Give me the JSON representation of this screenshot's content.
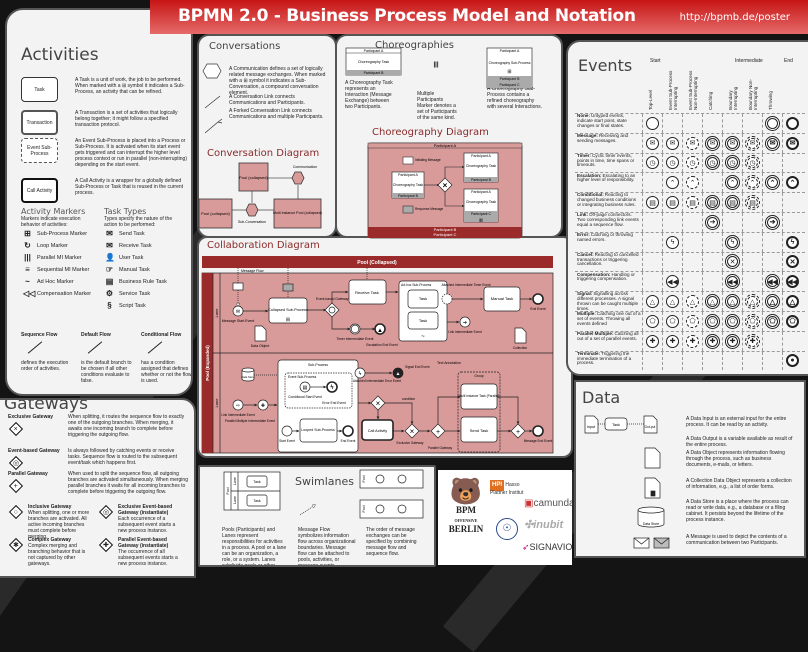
{
  "header": {
    "title": "BPMN 2.0 - Business Process Model and Notation",
    "url": "http://bpmb.de/poster",
    "color": "#c71515"
  },
  "activities": {
    "title": "Activities",
    "items": [
      {
        "shape": "Task",
        "text_bold": "Task",
        "text": "A Task is a unit of work, the job to be performed. When marked with a ⊞ symbol it indicates a Sub-Process, an activity that can be refined."
      },
      {
        "shape": "Transaction",
        "text": "A Transaction is a set of activities that logically belong together; it might follow a specified transaction protocol."
      },
      {
        "shape": "Event Sub-Process",
        "text": "An Event Sub-Process is placed into a Process or Sub-Process. It is activated when its start event gets triggered and can interrupt the higher level process context or run in parallel (non-interrupting) depending on the start event."
      },
      {
        "shape": "Call Activity",
        "text": "A Call Activity is a wrapper for a globally defined Sub-Process or Task that is reused in the current process."
      }
    ],
    "markers_title": "Activity Markers",
    "markers_desc": "Markers indicate execution behavior of activities:",
    "markers": [
      {
        "icon": "sub-process-marker-icon",
        "glyph": "⊞",
        "label": "Sub-Process Marker"
      },
      {
        "icon": "loop-marker-icon",
        "glyph": "↻",
        "label": "Loop Marker"
      },
      {
        "icon": "parallel-mi-marker-icon",
        "glyph": "|||",
        "label": "Parallel MI Marker"
      },
      {
        "icon": "sequential-mi-marker-icon",
        "glyph": "≡",
        "label": "Sequential MI Marker"
      },
      {
        "icon": "ad-hoc-marker-icon",
        "glyph": "~",
        "label": "Ad Hoc Marker"
      },
      {
        "icon": "compensation-marker-icon",
        "glyph": "◁◁",
        "label": "Compensation Marker"
      }
    ],
    "tasktypes_title": "Task Types",
    "tasktypes_desc": "Types specify the nature of the action to be performed:",
    "tasktypes": [
      {
        "icon": "send-task-icon",
        "glyph": "✉",
        "label": "Send Task"
      },
      {
        "icon": "receive-task-icon",
        "glyph": "✉",
        "label": "Receive Task"
      },
      {
        "icon": "user-task-icon",
        "glyph": "👤",
        "label": "User Task"
      },
      {
        "icon": "manual-task-icon",
        "glyph": "☞",
        "label": "Manual Task"
      },
      {
        "icon": "business-rule-task-icon",
        "glyph": "▤",
        "label": "Business Rule Task"
      },
      {
        "icon": "service-task-icon",
        "glyph": "⚙",
        "label": "Service Task"
      },
      {
        "icon": "script-task-icon",
        "glyph": "§",
        "label": "Script Task"
      }
    ],
    "flows": [
      {
        "title": "Sequence Flow",
        "text": "defines the execution order of activities."
      },
      {
        "title": "Default Flow",
        "text": "is the default branch to be chosen if all other conditions evaluate to false."
      },
      {
        "title": "Conditional Flow",
        "text": "has a condition assigned that defines whether or not the flow is used."
      }
    ]
  },
  "gateways": {
    "title": "Gateways",
    "items": [
      {
        "title": "Exclusive Gateway",
        "text": "When splitting, it routes the sequence flow to exactly one of the outgoing branches. When merging, it awaits one incoming branch to complete before triggering the outgoing flow."
      },
      {
        "title": "Event-based Gateway",
        "text": "Is always followed by catching events or receive tasks. Sequence flow is routed to the subsequent event/task which happens first."
      },
      {
        "title": "Parallel Gateway",
        "text": "When used to split the sequence flow, all outgoing branches are activated simultaneously. When merging parallel branches it waits for all incoming branches to complete before triggering the outgoing flow."
      },
      {
        "title": "Inclusive Gateway",
        "text": "When splitting, one or more branches are activated. All active incoming branches must complete before merging."
      },
      {
        "title": "Exclusive Event-based Gateway (instantiate)",
        "text": "Each occurrence of a subsequent event starts a new process instance."
      },
      {
        "title": "Complex Gateway",
        "text": "Complex merging and branching behavior that is not captured by other gateways."
      },
      {
        "title": "Parallel Event-based Gateway (instantiate)",
        "text": "The occurrence of all subsequent events starts a new process instance."
      }
    ]
  },
  "conversations": {
    "title": "Conversations",
    "items": [
      {
        "text": "A Communication defines a set of logically related message exchanges. When marked with a ⊞ symbol it indicates a Sub-Conversation, a compound conversation element."
      },
      {
        "text": "A Conversation Link connects Communications and Participants."
      },
      {
        "text": "A Forked Conversation Link connects Communications and multiple Participants."
      }
    ],
    "diagram_title": "Conversation Diagram",
    "pool1": "Pool (collapsed)",
    "pool2": "Pool (collapsed)",
    "pool3": "Multi Instance Pool (collapsed)",
    "communication": "Communication",
    "subconversation": "Sub-Conversation"
  },
  "choreographies": {
    "title": "Choreographies",
    "participant_a": "Participant A",
    "participant_b": "Participant B",
    "participant_c": "Participant C",
    "task": "Choreography Task",
    "subprocess": "Choreography Sub-Process",
    "items": [
      {
        "text": "A Choreography Task represents an Interaction (Message Exchange) between two Participants."
      },
      {
        "text": "Multiple Participants Marker denotes a set of Participants of the same kind."
      },
      {
        "text": "A Choreography Sub-Process contains a refined choreography with several Interactions."
      }
    ],
    "diagram_title": "Choreography Diagram",
    "initiating": "Initiating Message",
    "response": "Response Message"
  },
  "collaboration": {
    "title": "Collaboration Diagram",
    "pool_collapsed": "Pool (Collapsed)",
    "pool_expanded": "Pool (Expanded)",
    "lane": "Lane",
    "message_flow": "Message Flow",
    "labels": {
      "msg_start": "Message Start Event",
      "collapsed_sp": "Collapsed Sub-Process",
      "data_object": "Data Object",
      "event_gw": "Event-based Gateway",
      "receive": "Receive Task",
      "timer": "Timer Intermediate Event",
      "escalation": "Escalation End Event",
      "adhoc": "Ad-hoc Sub-Process",
      "task": "Task",
      "attached_timer": "Attached Intermediate Timer Event",
      "link": "Link Intermediate Event",
      "manual": "Manual Task",
      "end": "End Event",
      "collection": "Collection",
      "data_store": "Data Store",
      "subprocess": "Sub-Process",
      "event_sp": "Event Sub-Process",
      "cond_start": "Conditional Start Event",
      "error_end": "Error End Event",
      "attached_error": "Attached Intermediate Error Event",
      "signal_end": "Signal End Event",
      "link2": "Link Intermediate Event",
      "par_multi": "Parallel Multiple Intermediate Event",
      "start": "Start Event",
      "looped": "Looped Sub-Process",
      "end2": "End Event",
      "call": "Call Activity",
      "condition": "condition",
      "excl_gw": "Exclusive Gateway",
      "par_gw": "Parallel Gateway",
      "annotation": "Text Annotation",
      "group": "Group",
      "multi_task": "Multi Instance Task (Parallel)",
      "send": "Send Task",
      "msg_end": "Message End Event"
    }
  },
  "swimlanes": {
    "title": "Swimlanes",
    "pool": "Pool",
    "lane": "Lane",
    "task": "Task",
    "items": [
      {
        "text": "Pools (Participants) and Lanes represent responsibilities for activities in a process. A pool or a lane can be an organization, a role, or a system. Lanes subdivide pools or other lanes hierarchically."
      },
      {
        "text": "Message Flow symbolizes information flow across organizational boundaries. Message flow can be attached to pools, activities, or message events."
      },
      {
        "text": "The order of message exchanges can be specified by combining message flow and sequence flow."
      }
    ]
  },
  "logos": [
    "BPM Offensive Berlin",
    "Hasso Plattner Institut",
    "camunda",
    "inubit",
    "SIGNAVIO"
  ],
  "events": {
    "title": "Events",
    "groups": [
      "Start",
      "Intermediate",
      "End"
    ],
    "columns": [
      "Top-Level",
      "Event Sub-Process Interrupting",
      "Event Sub-Process Non-Interrupting",
      "Catching",
      "Boundary Interrupting",
      "Boundary Non-Interrupting",
      "Throwing",
      " "
    ],
    "rows": [
      {
        "name": "None:",
        "text": "Untyped events, indicate start point, state changes or final states.",
        "glyph": "",
        "cells": [
          1,
          0,
          0,
          0,
          0,
          0,
          1,
          1
        ]
      },
      {
        "name": "Message:",
        "text": "Receiving and sending messages.",
        "glyph": "✉",
        "cells": [
          1,
          1,
          1,
          1,
          1,
          1,
          1,
          1
        ]
      },
      {
        "name": "Timer:",
        "text": "Cyclic timer events, points in time, time spans or timeouts.",
        "glyph": "◷",
        "cells": [
          1,
          1,
          1,
          1,
          1,
          1,
          0,
          0
        ]
      },
      {
        "name": "Escalation:",
        "text": "Escalating to an higher level of responsibility.",
        "glyph": "⌃",
        "cells": [
          0,
          1,
          1,
          0,
          1,
          1,
          1,
          1
        ]
      },
      {
        "name": "Conditional:",
        "text": "Reacting to changed business conditions or integrating business rules.",
        "glyph": "▤",
        "cells": [
          1,
          1,
          1,
          1,
          1,
          1,
          0,
          0
        ]
      },
      {
        "name": "Link:",
        "text": "Off-page connectors. Two corresponding link events equal a sequence flow.",
        "glyph": "➔",
        "cells": [
          0,
          0,
          0,
          1,
          0,
          0,
          1,
          0
        ]
      },
      {
        "name": "Error:",
        "text": "Catching or throwing named errors.",
        "glyph": "ϟ",
        "cells": [
          0,
          1,
          0,
          0,
          1,
          0,
          0,
          1
        ]
      },
      {
        "name": "Cancel:",
        "text": "Reacting to cancelled transactions or triggering cancellation.",
        "glyph": "✕",
        "cells": [
          0,
          0,
          0,
          0,
          1,
          0,
          0,
          1
        ]
      },
      {
        "name": "Compensation:",
        "text": "Handling or triggering compensation.",
        "glyph": "◀◀",
        "cells": [
          0,
          1,
          0,
          0,
          1,
          0,
          1,
          1
        ]
      },
      {
        "name": "Signal:",
        "text": "Signalling across different processes. A signal thrown can be caught multiple times.",
        "glyph": "△",
        "cells": [
          1,
          1,
          1,
          1,
          1,
          1,
          1,
          1
        ]
      },
      {
        "name": "Multiple:",
        "text": "Catching one out of a set of events. Throwing all events defined",
        "glyph": "⬠",
        "cells": [
          1,
          1,
          1,
          1,
          1,
          1,
          1,
          1
        ]
      },
      {
        "name": "Parallel Multiple:",
        "text": "Catching all out of a set of parallel events.",
        "glyph": "✚",
        "cells": [
          1,
          1,
          1,
          1,
          1,
          1,
          0,
          0
        ]
      },
      {
        "name": "Terminate:",
        "text": "Triggering the immediate termination of a process.",
        "glyph": "●",
        "cells": [
          0,
          0,
          0,
          0,
          0,
          0,
          0,
          1
        ]
      }
    ]
  },
  "data": {
    "title": "Data",
    "input": "Input",
    "task": "Task",
    "output": "Out-put",
    "store": "Data Store",
    "items": [
      {
        "text": "A Data Input is an external input for the entire process. It can be read by an activity."
      },
      {
        "text": "A Data Output is a variable available as result of the entire process."
      },
      {
        "text": "A Data Object represents information flowing through the process, such as business documents, e-mails, or letters."
      },
      {
        "text": "A Collection Data Object represents a collection of information, e.g., a list of order forms."
      },
      {
        "text": "A Data Store is a place where the process can read or write data, e.g., a database or a filing cabinet. It persists beyond the lifetime of the process instance."
      },
      {
        "text": "A Message is used to depict the contents of a communication between two Participants."
      }
    ]
  },
  "colors": {
    "diagram_fill": "#d99a9a",
    "diagram_dark": "#9b2b2b",
    "panel": "#f3f3f3",
    "background": "#141414"
  }
}
